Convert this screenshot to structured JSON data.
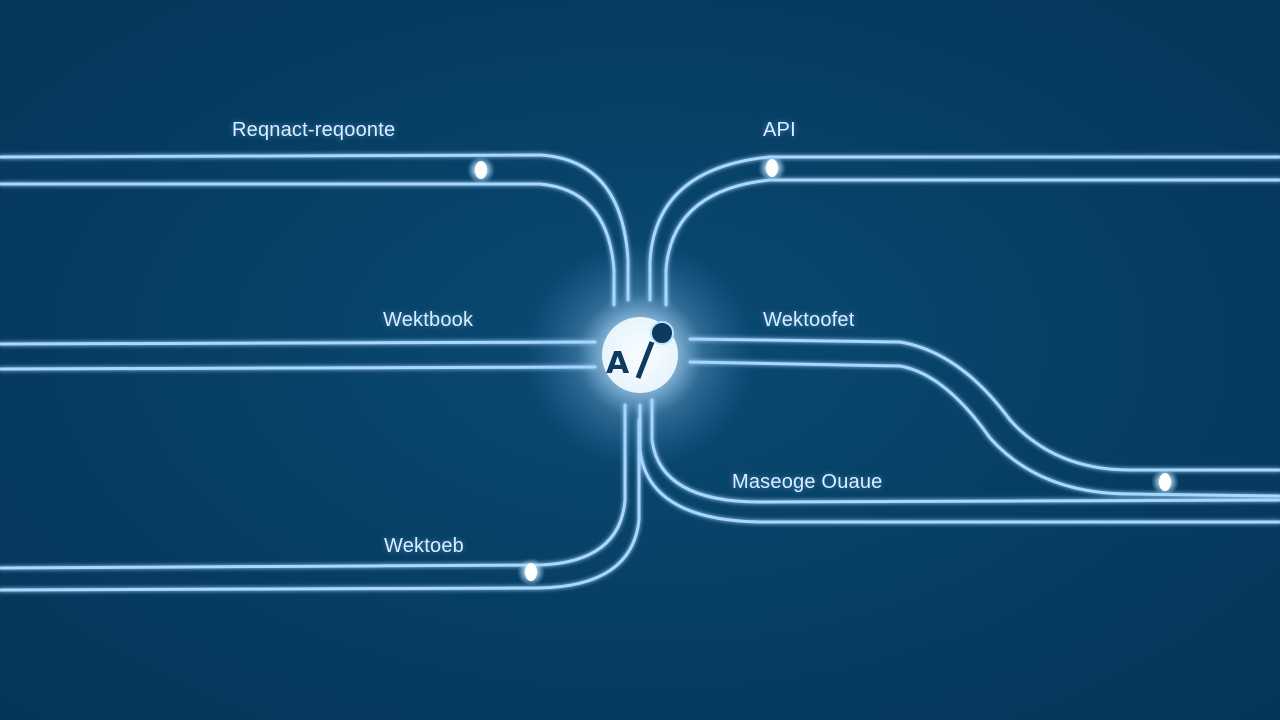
{
  "diagram": {
    "hub_text": "A",
    "labels": {
      "request_response": "Reqnact-reqoonte",
      "api": "API",
      "webhook_left_mid": "Wektbook",
      "webhook_right_mid": "Wektoofet",
      "message_queue": "Maseoge Ouaue",
      "webhook_left_bottom": "Wektoeb"
    },
    "colors": {
      "background": "#073d63",
      "line": "#a9d8ff",
      "glow": "#e8f6ff",
      "hub_dot": "#0e3a5f"
    }
  }
}
